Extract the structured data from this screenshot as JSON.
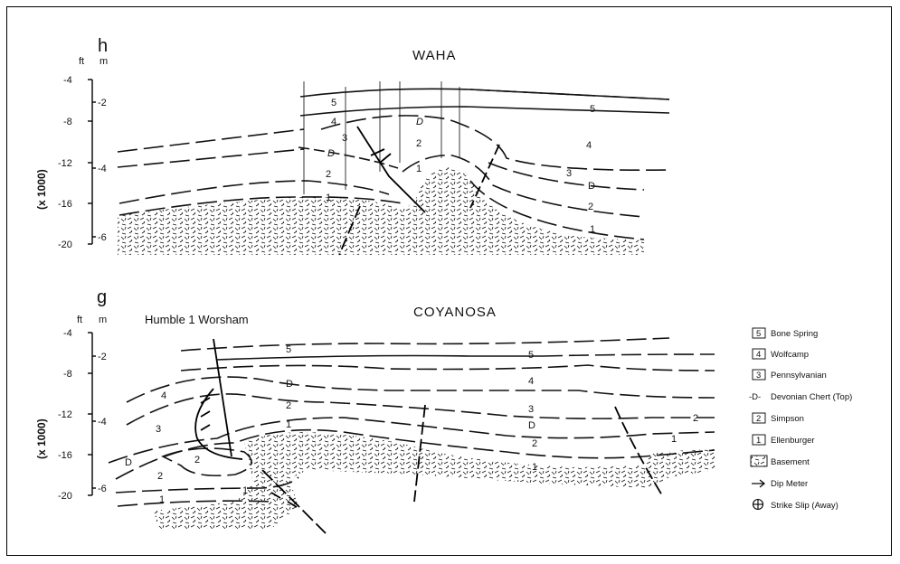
{
  "panel_h": {
    "letter": "h",
    "title": "WAHA",
    "unit_ft": "ft",
    "unit_m": "m",
    "ft_ticks": [
      "-4",
      "-8",
      "-12",
      "-16",
      "-20"
    ],
    "m_ticks": [
      "-2",
      "-4",
      "-6"
    ],
    "multiplier": "(x 1000)",
    "labels": {
      "n5_left": "5",
      "n4_left": "4",
      "n3_left": "3",
      "D_left": "D",
      "n2_left": "2",
      "n1_left": "1",
      "D_mid": "D",
      "n2_mid": "2",
      "n1_mid": "1",
      "n5_right": "5",
      "n4_right": "4",
      "n3_right": "3",
      "D_right": "D",
      "n2_right": "2",
      "n1_right": "1"
    }
  },
  "panel_g": {
    "letter": "g",
    "title": "COYANOSA",
    "well_label": "Humble 1 Worsham",
    "unit_ft": "ft",
    "unit_m": "m",
    "ft_ticks": [
      "-4",
      "-8",
      "-12",
      "-16",
      "-20"
    ],
    "m_ticks": [
      "-2",
      "-4",
      "-6"
    ],
    "multiplier": "(x 1000)",
    "labels": {
      "n4_left": "4",
      "n3_left": "3",
      "D_left": "D",
      "n2_left": "2",
      "n1_left": "1",
      "n2_fold": "2",
      "n1_fold": "1",
      "n5_mid": "5",
      "D_mid": "D",
      "n2_mid": "2",
      "n1_mid": "1",
      "n5_right": "5",
      "n4_right": "4",
      "n3_right": "3",
      "D_right": "D",
      "n2_right": "2",
      "n1_right": "1",
      "n2_far": "2",
      "n1_far": "1"
    }
  },
  "legend": {
    "items": [
      {
        "key": "5",
        "label": "Bone Spring"
      },
      {
        "key": "4",
        "label": "Wolfcamp"
      },
      {
        "key": "3",
        "label": "Pennsylvanian"
      },
      {
        "key": "-D-",
        "label": "Devonian Chert (Top)"
      },
      {
        "key": "2",
        "label": "Simpson"
      },
      {
        "key": "1",
        "label": "Ellenburger"
      },
      {
        "key": "basement",
        "label": "Basement"
      },
      {
        "key": "arrow",
        "label": "Dip Meter"
      },
      {
        "key": "plus",
        "label": "Strike Slip (Away)"
      }
    ]
  }
}
